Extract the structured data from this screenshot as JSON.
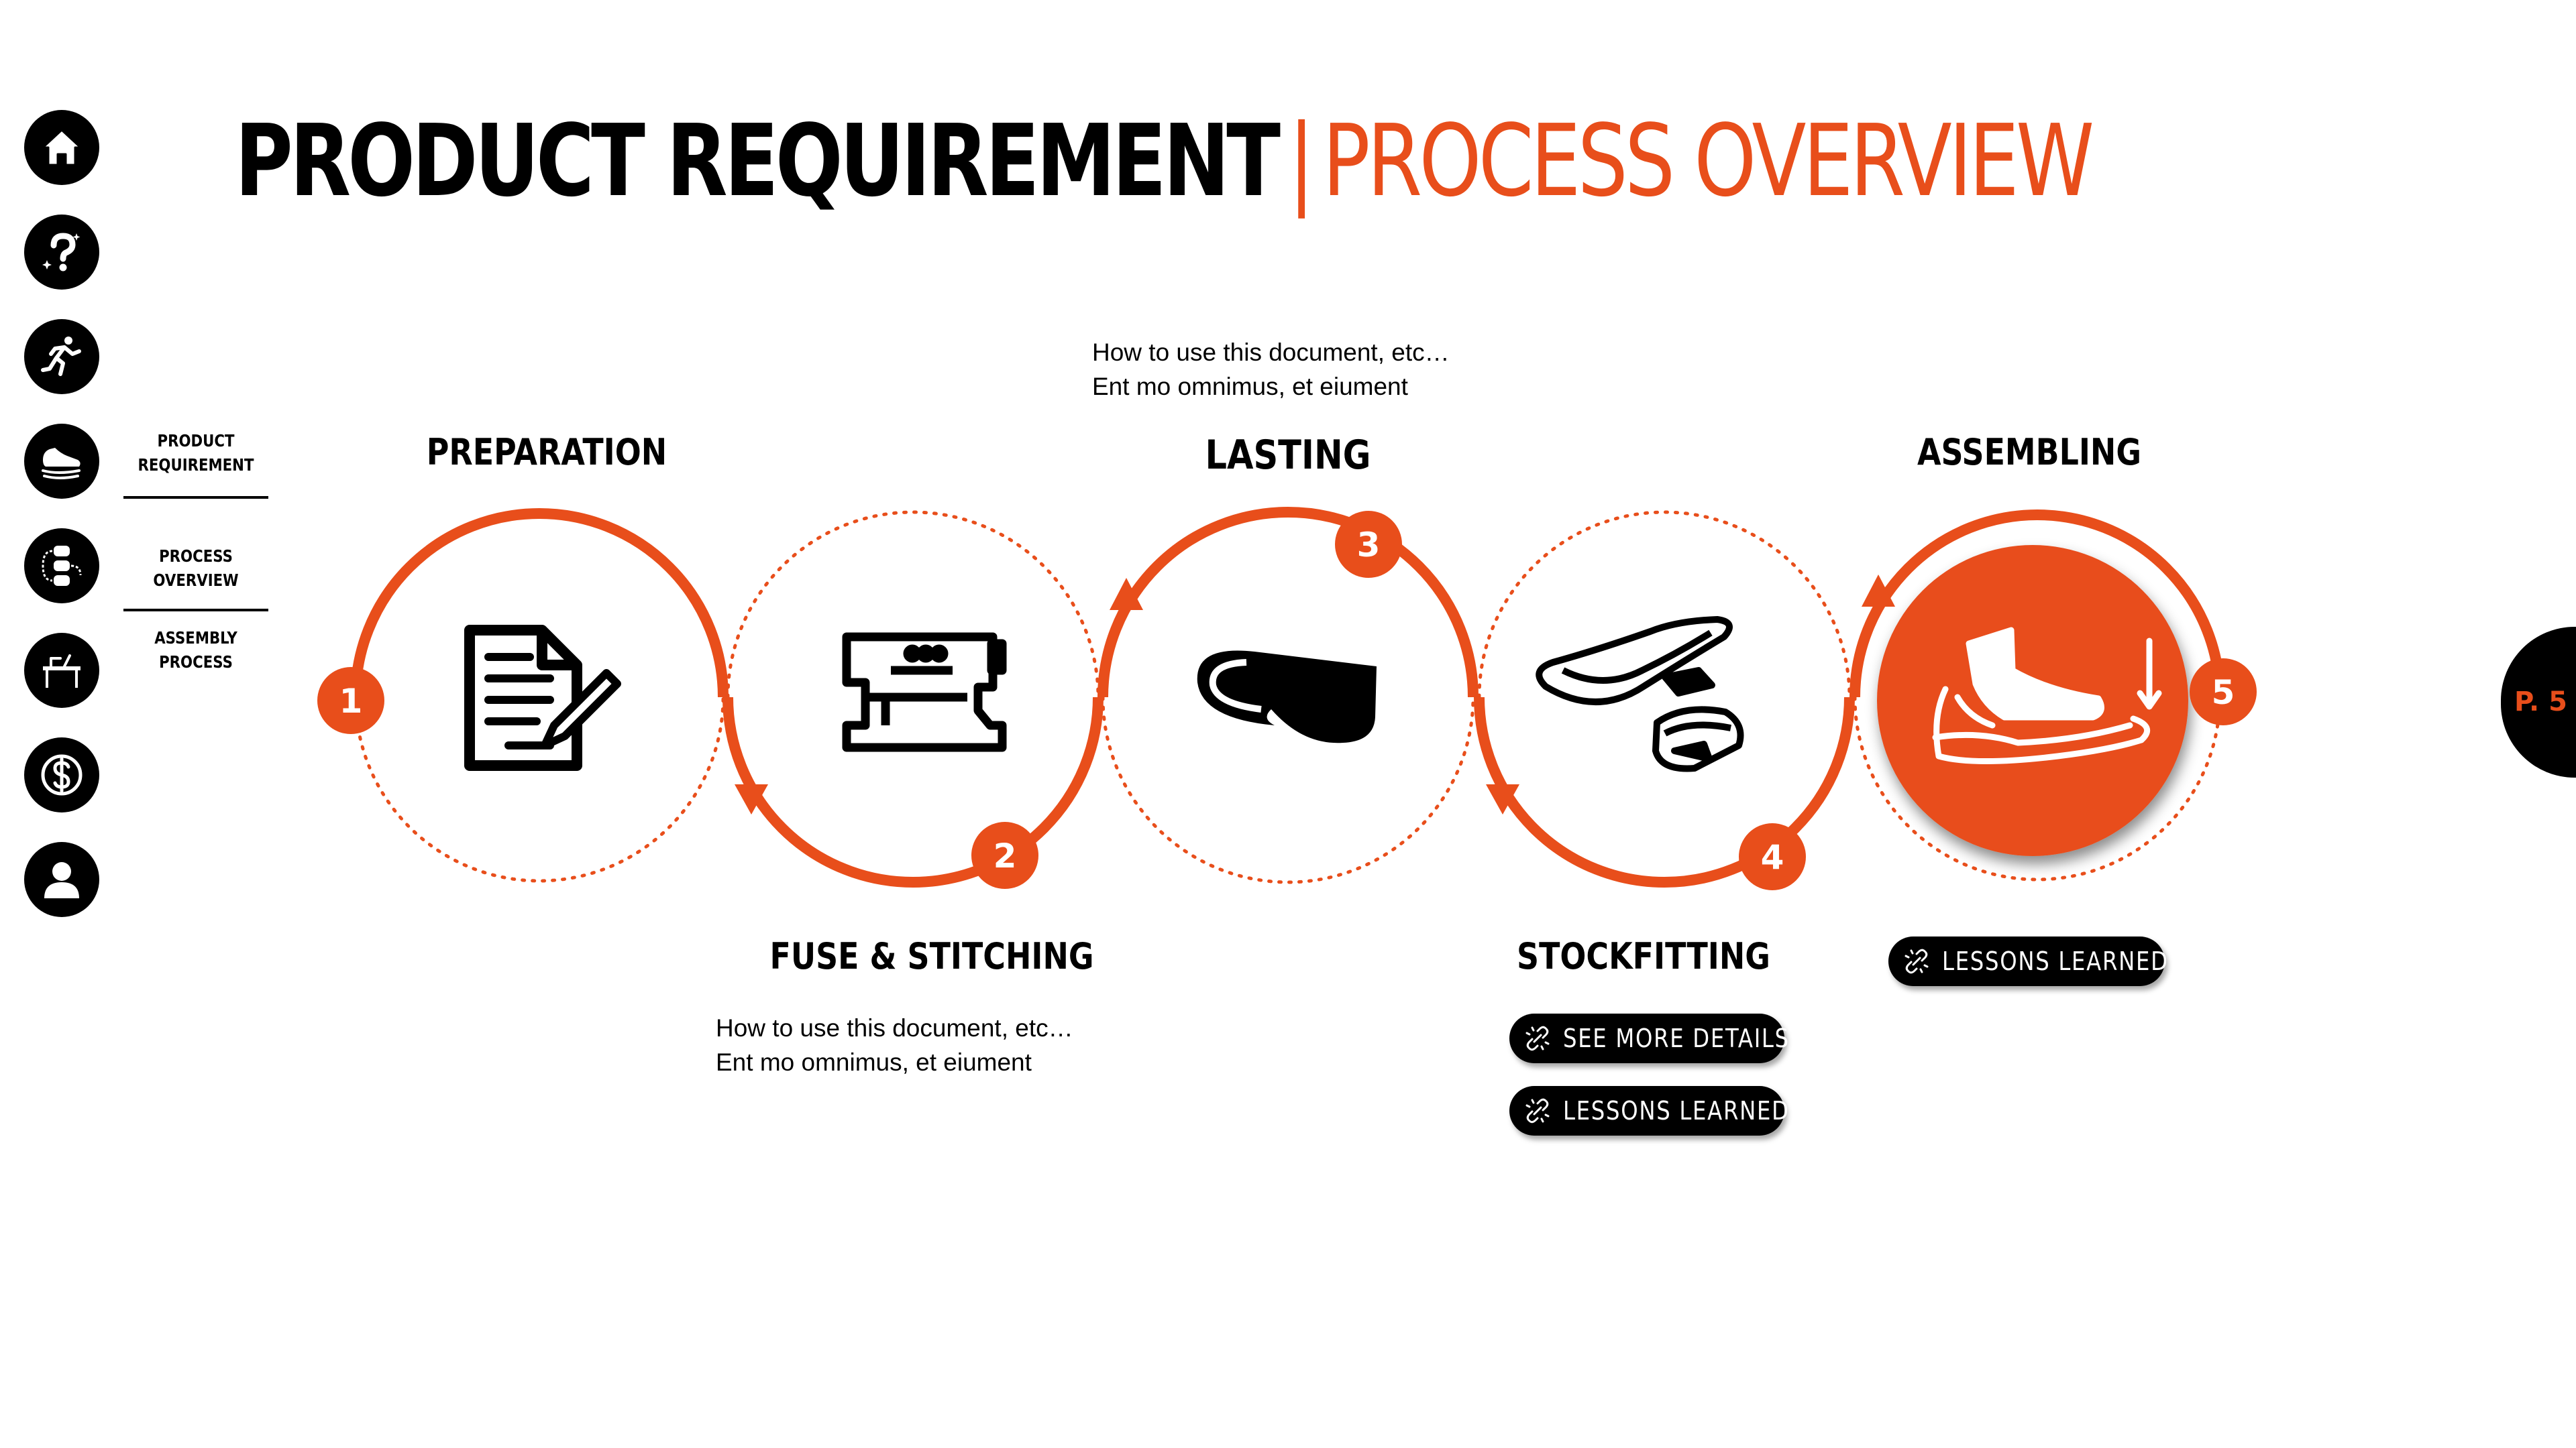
{
  "header": {
    "title_main": "PRODUCT REQUIREMENT",
    "title_separator": "|",
    "title_sub": "PROCESS OVERVIEW"
  },
  "left_toolbar": {
    "icons": [
      "home-icon",
      "help-icon",
      "runner-icon",
      "shoe-icon",
      "process-flow-icon",
      "workbench-icon",
      "dollar-icon",
      "user-icon"
    ]
  },
  "section_nav": {
    "items": [
      {
        "line1": "PRODUCT",
        "line2": "REQUIREMENT"
      },
      {
        "line1": "PROCESS",
        "line2": "OVERVIEW"
      },
      {
        "line1": "ASSEMBLY",
        "line2": "PROCESS"
      }
    ]
  },
  "process": {
    "steps": [
      {
        "number": "1",
        "label": "PREPARATION",
        "icon": "document-pen-icon"
      },
      {
        "number": "2",
        "label": "FUSE & STITCHING",
        "icon": "sewing-machine-icon"
      },
      {
        "number": "3",
        "label": "LASTING",
        "icon": "shoe-last-icon"
      },
      {
        "number": "4",
        "label": "STOCKFITTING",
        "icon": "sole-parts-icon"
      },
      {
        "number": "5",
        "label": "ASSEMBLING",
        "icon": "shoe-assembly-icon"
      }
    ],
    "notes": {
      "lasting_line1": "How to use this document, etc…",
      "lasting_line2": "Ent mo omnimus, et eiument",
      "stitching_line1": "How to use this document, etc…",
      "stitching_line2": "Ent mo omnimus, et eiument"
    },
    "buttons": {
      "stockfitting_details": "SEE MORE DETAILS",
      "stockfitting_lessons": "LESSONS LEARNED",
      "assembling_lessons": "LESSONS LEARNED"
    }
  },
  "page_indicator": "P. 5",
  "colors": {
    "accent": "#e84e1b",
    "text": "#000000",
    "background": "#ffffff"
  }
}
